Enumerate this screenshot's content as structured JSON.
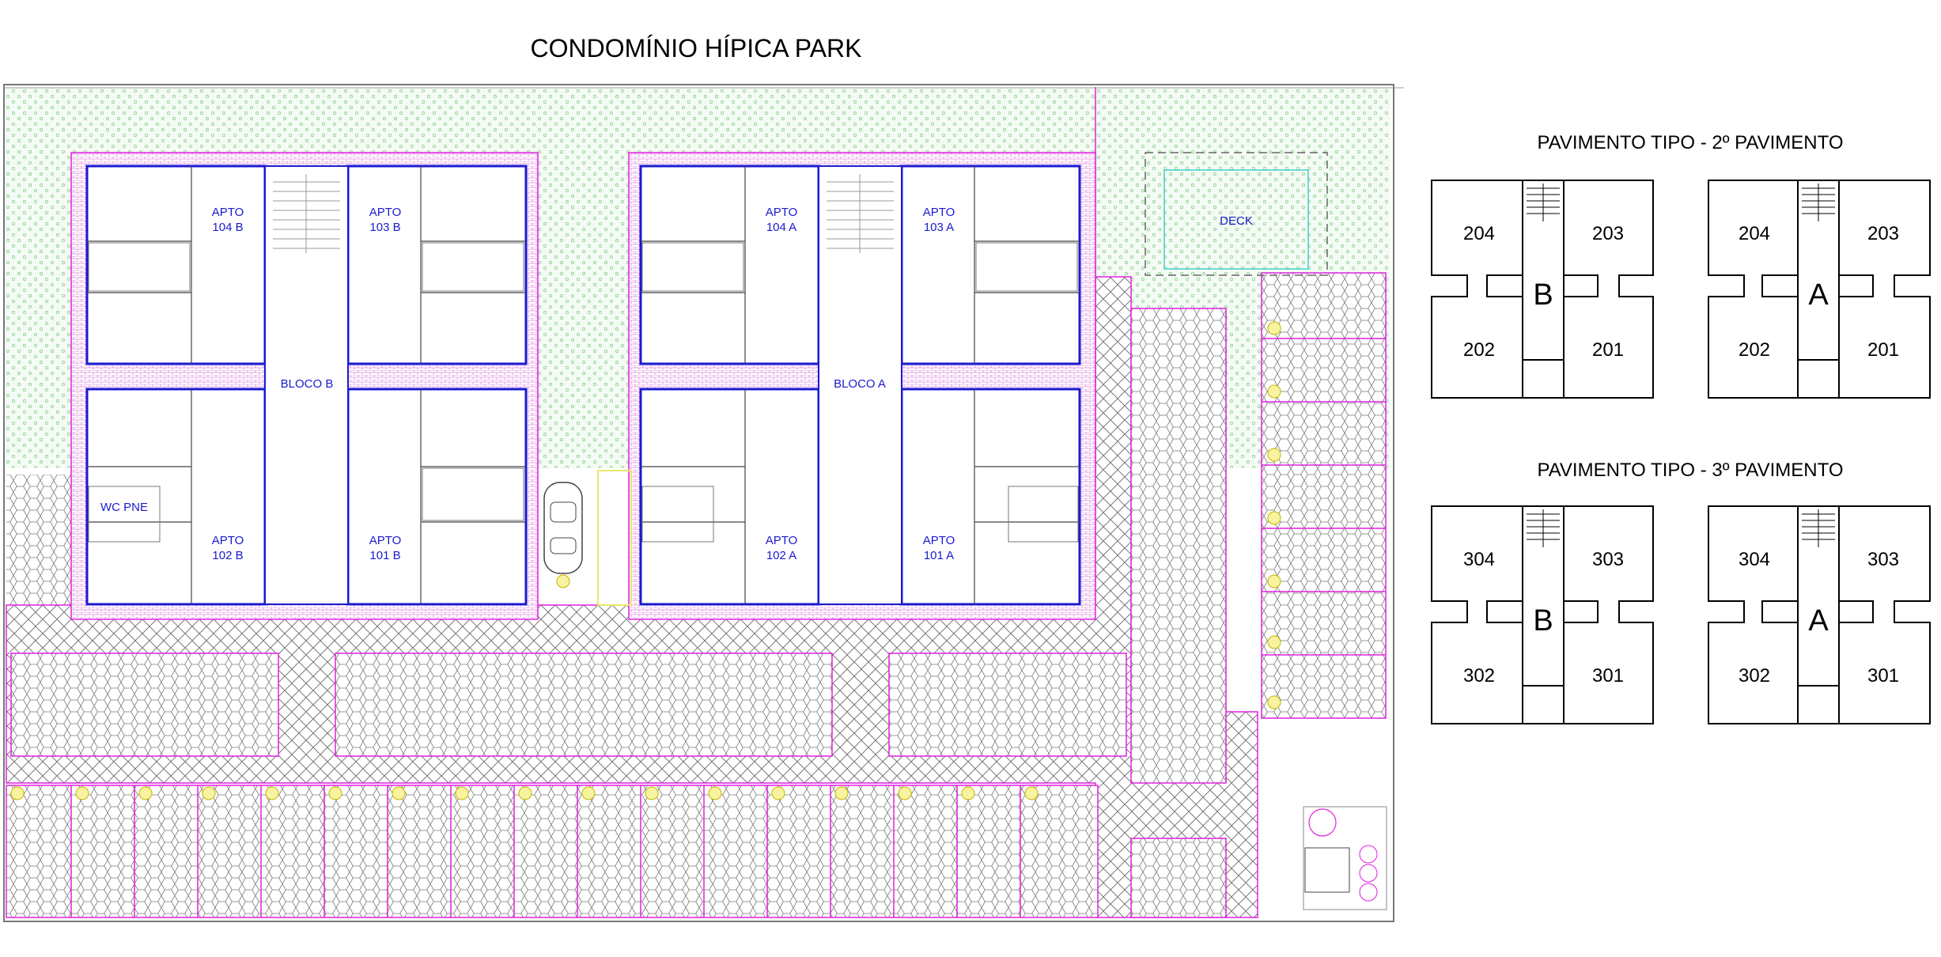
{
  "title": "CONDOMÍNIO HÍPICA PARK",
  "site_plan": {
    "block_b": {
      "label": "BLOCO B",
      "units": [
        {
          "apto": "APTO",
          "number": "104 B"
        },
        {
          "apto": "APTO",
          "number": "103 B"
        },
        {
          "apto": "APTO",
          "number": "102 B"
        },
        {
          "apto": "APTO",
          "number": "101 B"
        }
      ],
      "wc_label": "WC PNE"
    },
    "block_a": {
      "label": "BLOCO A",
      "units": [
        {
          "apto": "APTO",
          "number": "104 A"
        },
        {
          "apto": "APTO",
          "number": "103 A"
        },
        {
          "apto": "APTO",
          "number": "102 A"
        },
        {
          "apto": "APTO",
          "number": "101 A"
        }
      ]
    },
    "deck_label": "DECK"
  },
  "floor_keys": [
    {
      "heading": "PAVIMENTO TIPO - 2º PAVIMENTO",
      "blocks": [
        {
          "letter": "B",
          "units": [
            "204",
            "203",
            "202",
            "201"
          ]
        },
        {
          "letter": "A",
          "units": [
            "204",
            "203",
            "202",
            "201"
          ]
        }
      ]
    },
    {
      "heading": "PAVIMENTO TIPO - 3º PAVIMENTO",
      "blocks": [
        {
          "letter": "B",
          "units": [
            "304",
            "303",
            "302",
            "301"
          ]
        },
        {
          "letter": "A",
          "units": [
            "304",
            "303",
            "302",
            "301"
          ]
        }
      ]
    }
  ],
  "colors": {
    "wall_blue": "#1a1ad0",
    "boundary_magenta": "#e020e0",
    "grass_green": "#7fc97f",
    "paving_gray": "#8c8c8c",
    "parking_yellow": "#e8e86a",
    "deck_cyan": "#40d0d0"
  }
}
